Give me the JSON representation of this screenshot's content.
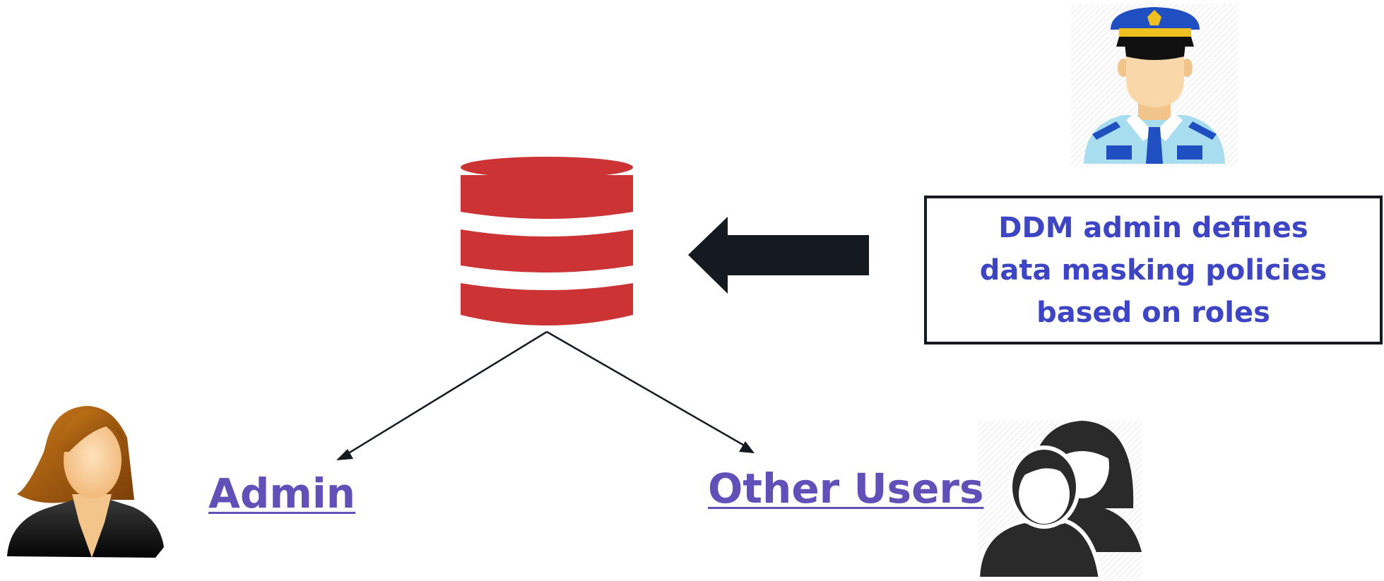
{
  "colors": {
    "database": "#cc3335",
    "arrow": "#141a20",
    "policy_text": "#3d45c4",
    "label_text": "#6050b8",
    "uniform_blue": "#1f4fc0"
  },
  "icons": {
    "database": "database-icon",
    "officer": "police-officer-icon",
    "admin": "female-admin-icon",
    "users": "users-group-icon"
  },
  "policy": {
    "lines": [
      "DDM admin defines",
      "data masking policies",
      "based on roles"
    ]
  },
  "labels": {
    "admin": "Admin",
    "other_users": "Other Users"
  }
}
